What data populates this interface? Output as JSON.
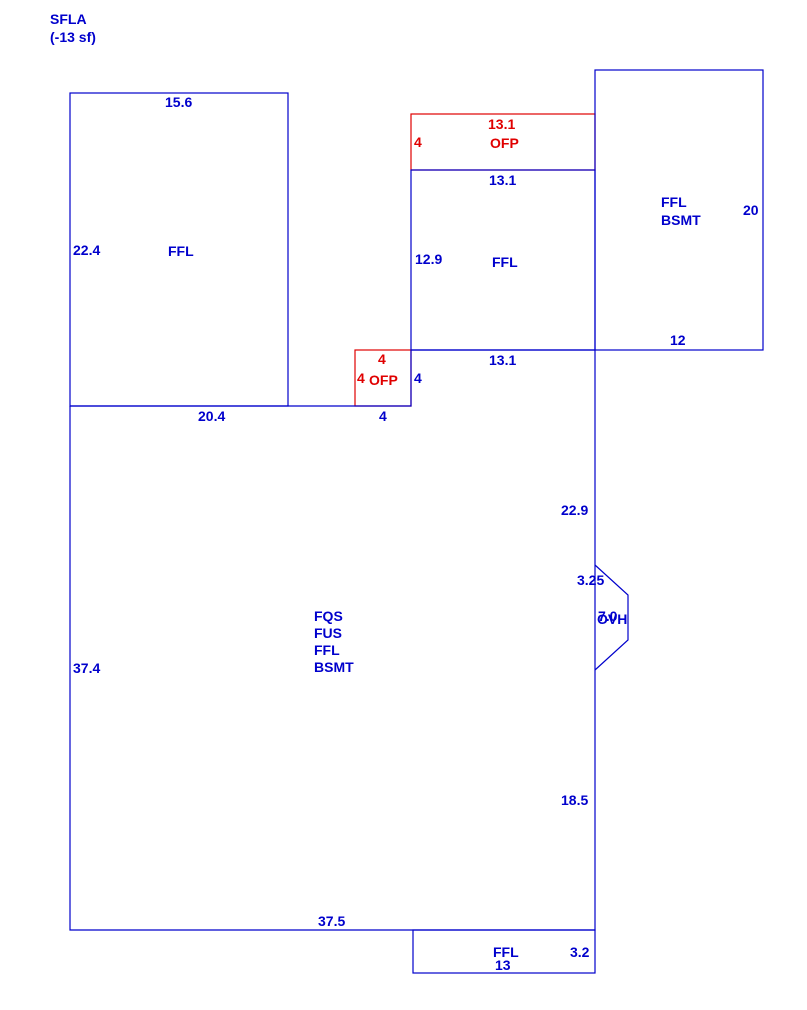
{
  "header": {
    "title": "SFLA",
    "subtitle": "(-13 sf)"
  },
  "colors": {
    "line": "#0000cc",
    "porch": "#e00000",
    "background": "#ffffff"
  },
  "areas": {
    "ffl_left": {
      "labels": [
        "FFL"
      ],
      "dims": {
        "top": "15.6",
        "left": "22.4",
        "bottom": "20.4"
      }
    },
    "ofp_top": {
      "labels": [
        "OFP"
      ],
      "dims": {
        "top": "13.1",
        "left": "4"
      }
    },
    "ffl_center": {
      "labels": [
        "FFL"
      ],
      "dims": {
        "top": "13.1",
        "left": "12.9",
        "bottom": "13.1"
      }
    },
    "ffl_bsmt_right": {
      "labels": [
        "FFL",
        "BSMT"
      ],
      "dims": {
        "right": "20",
        "bottom": "12"
      }
    },
    "ofp_small": {
      "labels": [
        "OFP"
      ],
      "dims": {
        "top": "4",
        "left": "4",
        "right": "4",
        "bottom": "4"
      }
    },
    "main": {
      "labels": [
        "FQS",
        "FUS",
        "FFL",
        "BSMT"
      ],
      "dims": {
        "left": "37.4",
        "bottom": "37.5",
        "right_upper": "22.9",
        "right_lower": "18.5"
      }
    },
    "bay": {
      "label": "OVH",
      "overlap": "7.0",
      "dims": {
        "depth": "3.25"
      }
    },
    "ffl_bottom": {
      "labels": [
        "FFL"
      ],
      "dims": {
        "bottom": "13",
        "right": "3.2"
      }
    }
  }
}
